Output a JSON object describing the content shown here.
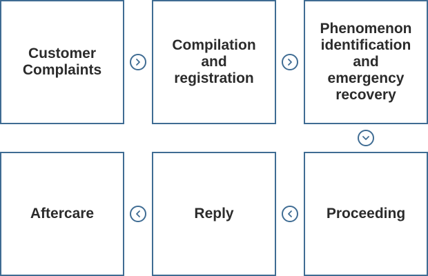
{
  "steps": [
    {
      "label": "Customer\nComplaints"
    },
    {
      "label": "Compilation\nand\nregistration"
    },
    {
      "label": "Phenomenon\nidentification\nand\nemergency\nrecovery"
    },
    {
      "label": "Aftercare"
    },
    {
      "label": "Reply"
    },
    {
      "label": "Proceeding"
    }
  ],
  "connectors": [
    {
      "from": 1,
      "to": 2,
      "direction": "right",
      "icon": "chevron-right-icon"
    },
    {
      "from": 2,
      "to": 3,
      "direction": "right",
      "icon": "chevron-right-icon"
    },
    {
      "from": 3,
      "to": 6,
      "direction": "down",
      "icon": "chevron-down-icon"
    },
    {
      "from": 6,
      "to": 5,
      "direction": "left",
      "icon": "chevron-left-icon"
    },
    {
      "from": 5,
      "to": 4,
      "direction": "left",
      "icon": "chevron-left-icon"
    }
  ],
  "colors": {
    "border": "#3f6c93",
    "text": "#2b2b2b",
    "background": "#ffffff"
  }
}
